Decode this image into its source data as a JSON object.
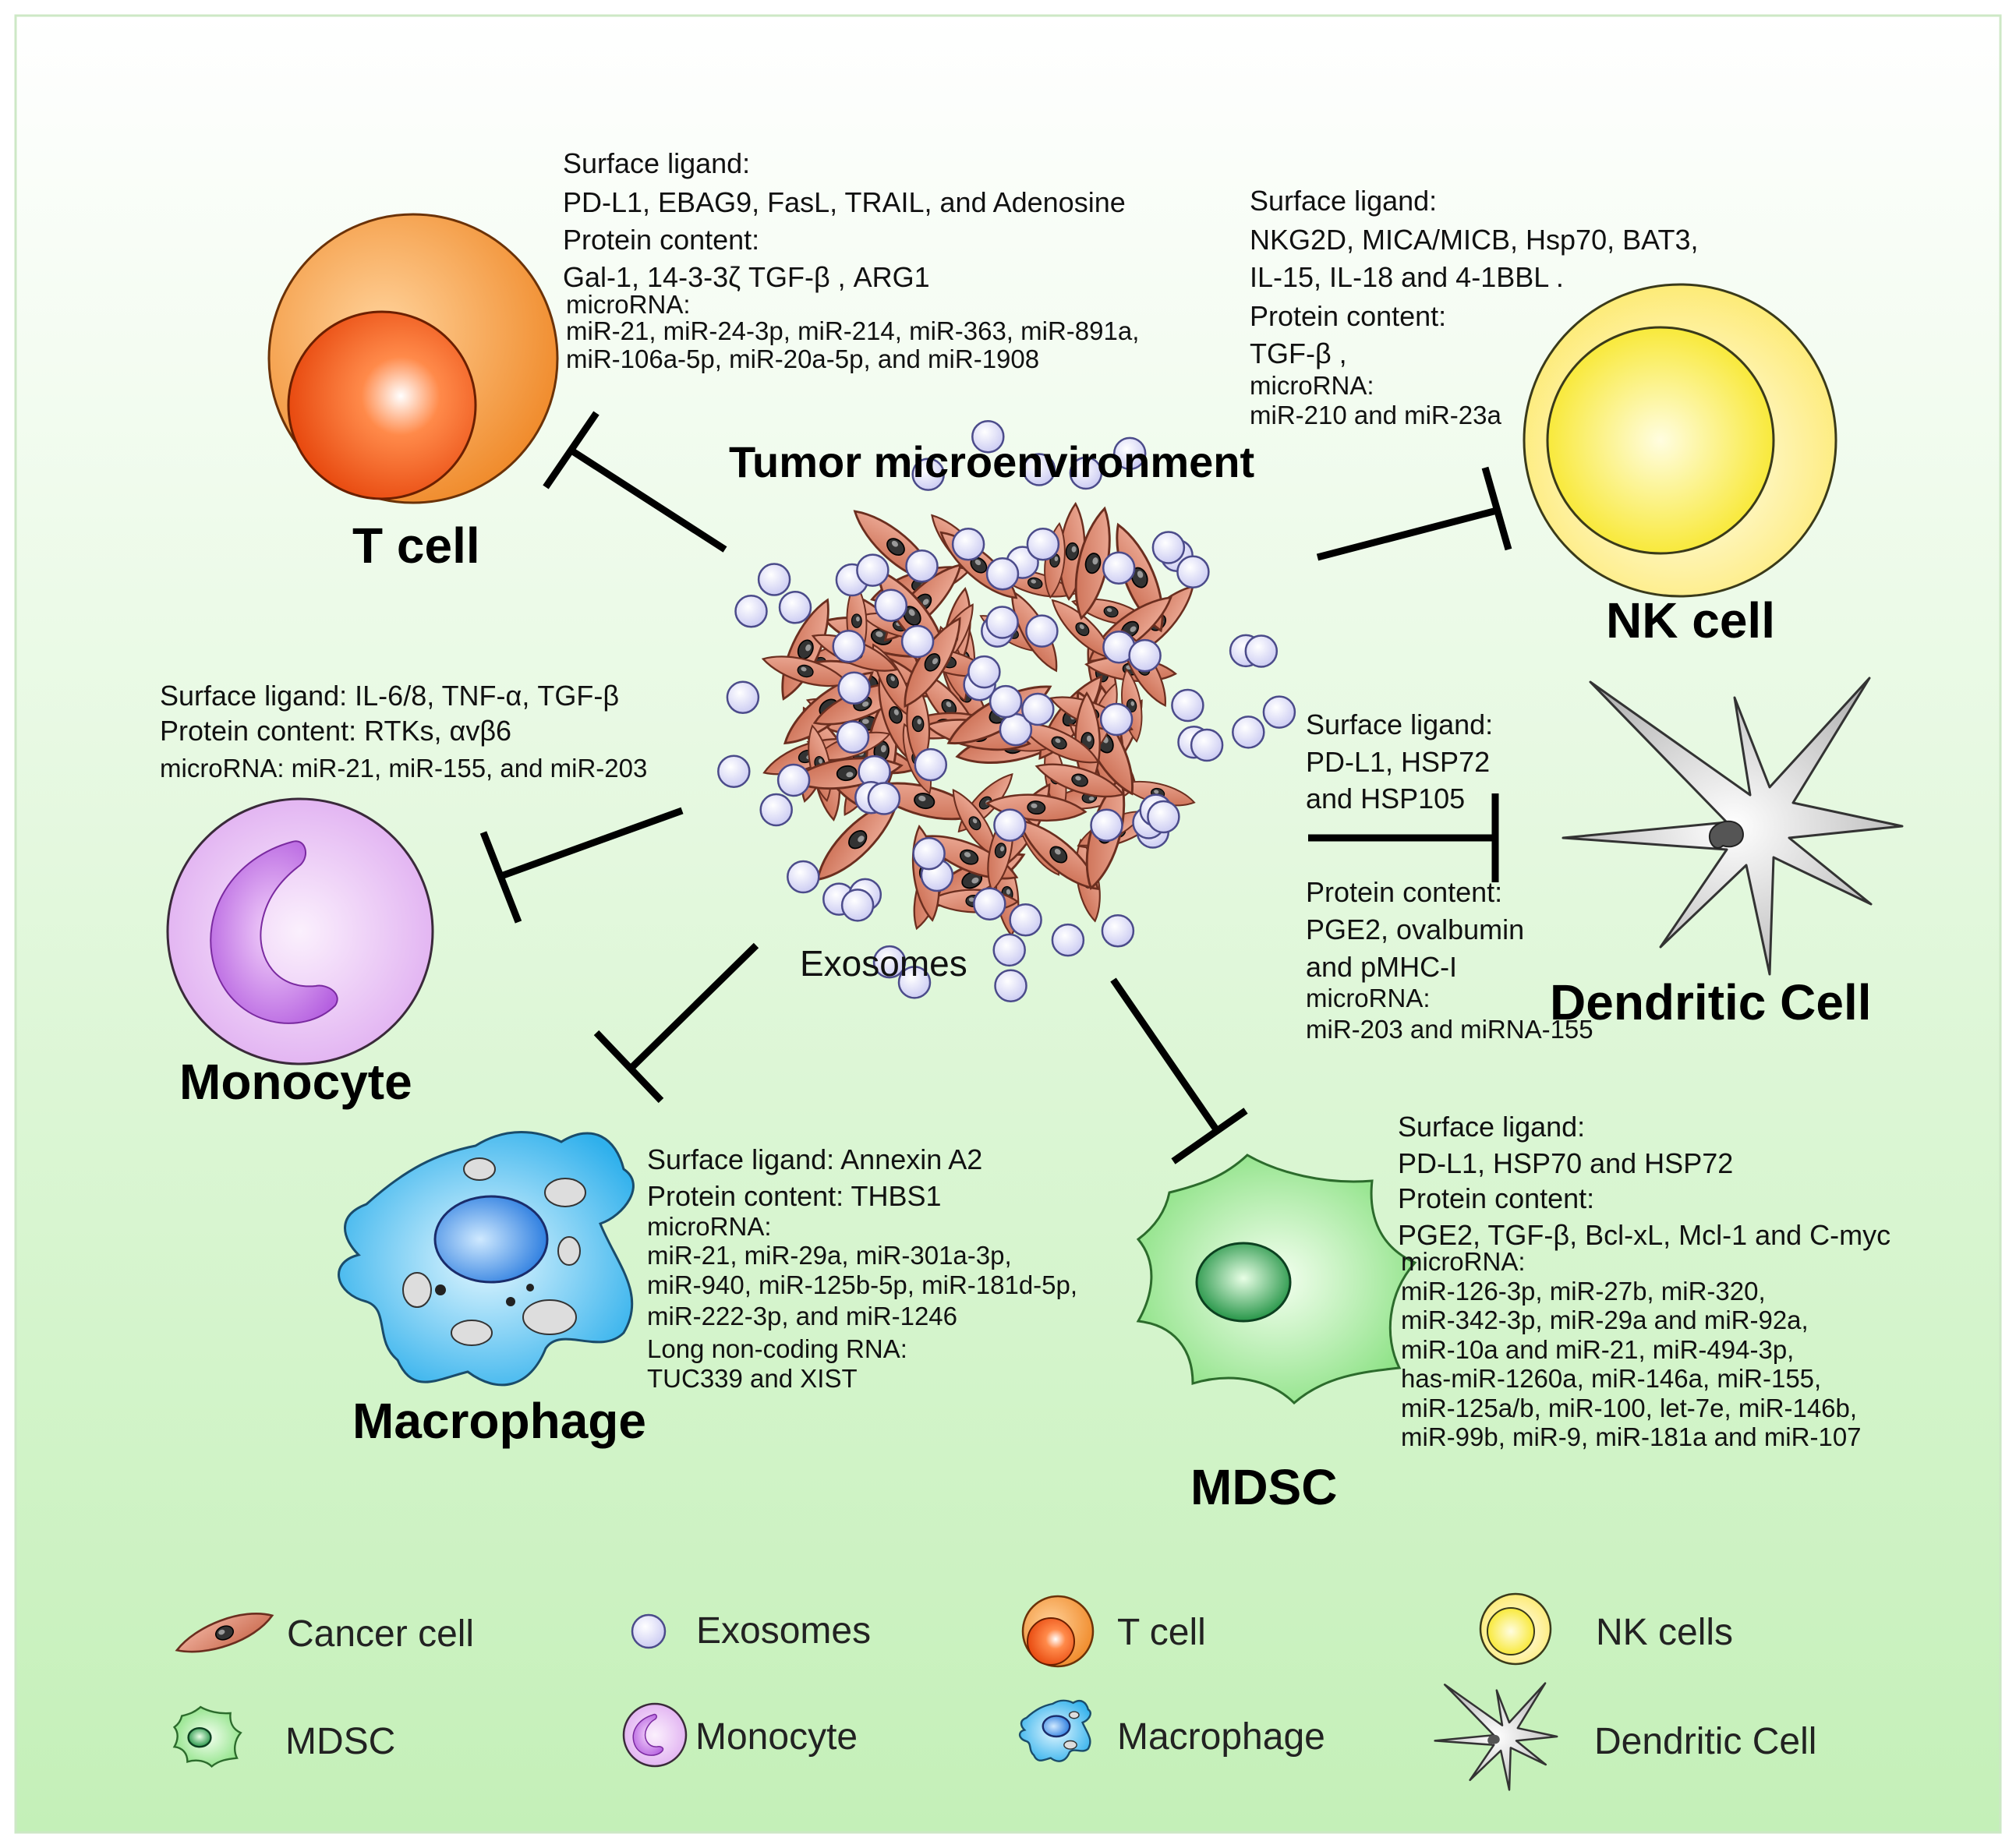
{
  "center": {
    "title": "Tumor microenvironment",
    "exosomes_label": "Exosomes"
  },
  "t_cell": {
    "name": "T cell",
    "lines": [
      "Surface ligand:",
      "PD-L1, EBAG9,  FasL, TRAIL, and Adenosine",
      "Protein content:",
      "Gal-1, 14-3-3ζ TGF-β , ARG1",
      "microRNA:",
      "miR-21, miR-24-3p, miR-214, miR-363, miR-891a,",
      "miR-106a-5p, miR-20a-5p, and miR-1908"
    ]
  },
  "nk_cell": {
    "name": "NK cell",
    "lines": [
      "Surface ligand:",
      "NKG2D, MICA/MICB, Hsp70, BAT3,",
      "IL-15, IL-18 and 4-1BBL .",
      "Protein content:",
      "TGF-β ,",
      "microRNA:",
      "miR-210 and miR-23a"
    ]
  },
  "monocyte": {
    "name": "Monocyte",
    "lines": [
      "Surface ligand: IL-6/8, TNF-α, TGF-β",
      "Protein content: RTKs, αvβ6",
      "microRNA: miR-21, miR-155,  and miR-203"
    ]
  },
  "dendritic_cell": {
    "name": "Dendritic Cell",
    "lines_top": [
      "Surface ligand:",
      "PD-L1, HSP72",
      "and HSP105"
    ],
    "lines_bottom": [
      "Protein content:",
      "PGE2, ovalbumin",
      "and pMHC-I",
      "microRNA:",
      "miR-203 and miRNA-155"
    ]
  },
  "macrophage": {
    "name": "Macrophage",
    "lines": [
      "Surface ligand: Annexin A2",
      "Protein content: THBS1",
      "microRNA:",
      "miR-21, miR-29a, miR-301a-3p,",
      "miR-940, miR-125b-5p, miR-181d-5p,",
      "miR-222-3p, and miR-1246",
      "Long non-coding RNA:",
      "TUC339 and XIST"
    ]
  },
  "mdsc": {
    "name": "MDSC",
    "lines": [
      "Surface ligand:",
      "PD-L1, HSP70 and HSP72",
      "Protein content:",
      "PGE2, TGF-β, Bcl-xL, Mcl-1 and C-myc",
      "microRNA:",
      "miR-126-3p, miR-27b, miR-320,",
      "miR-342-3p, miR-29a and miR-92a,",
      "miR-10a and miR-21, miR-494-3p,",
      "has-miR-1260a, miR-146a, miR-155,",
      "miR-125a/b, miR-100, let-7e, miR-146b,",
      "miR-99b, miR-9, miR-181a and miR-107"
    ]
  },
  "legend": {
    "items": [
      "Cancer cell",
      "Exosomes",
      "T cell",
      "NK cells",
      "MDSC",
      "Monocyte",
      "Macrophage",
      "Dendritic Cell"
    ]
  },
  "colors": {
    "background_top": "#ffffff",
    "background_bottom": "#c4f0b8",
    "t_cell": "#f39a3a",
    "nk_cell": "#fdf27a",
    "monocyte": "#e8b4f2",
    "macrophage": "#5cc3f0",
    "mdsc": "#9de89a",
    "dendritic": "#bdbdbd",
    "cancer_cell": "#d9826a",
    "exosome": "#dcdcf7"
  }
}
